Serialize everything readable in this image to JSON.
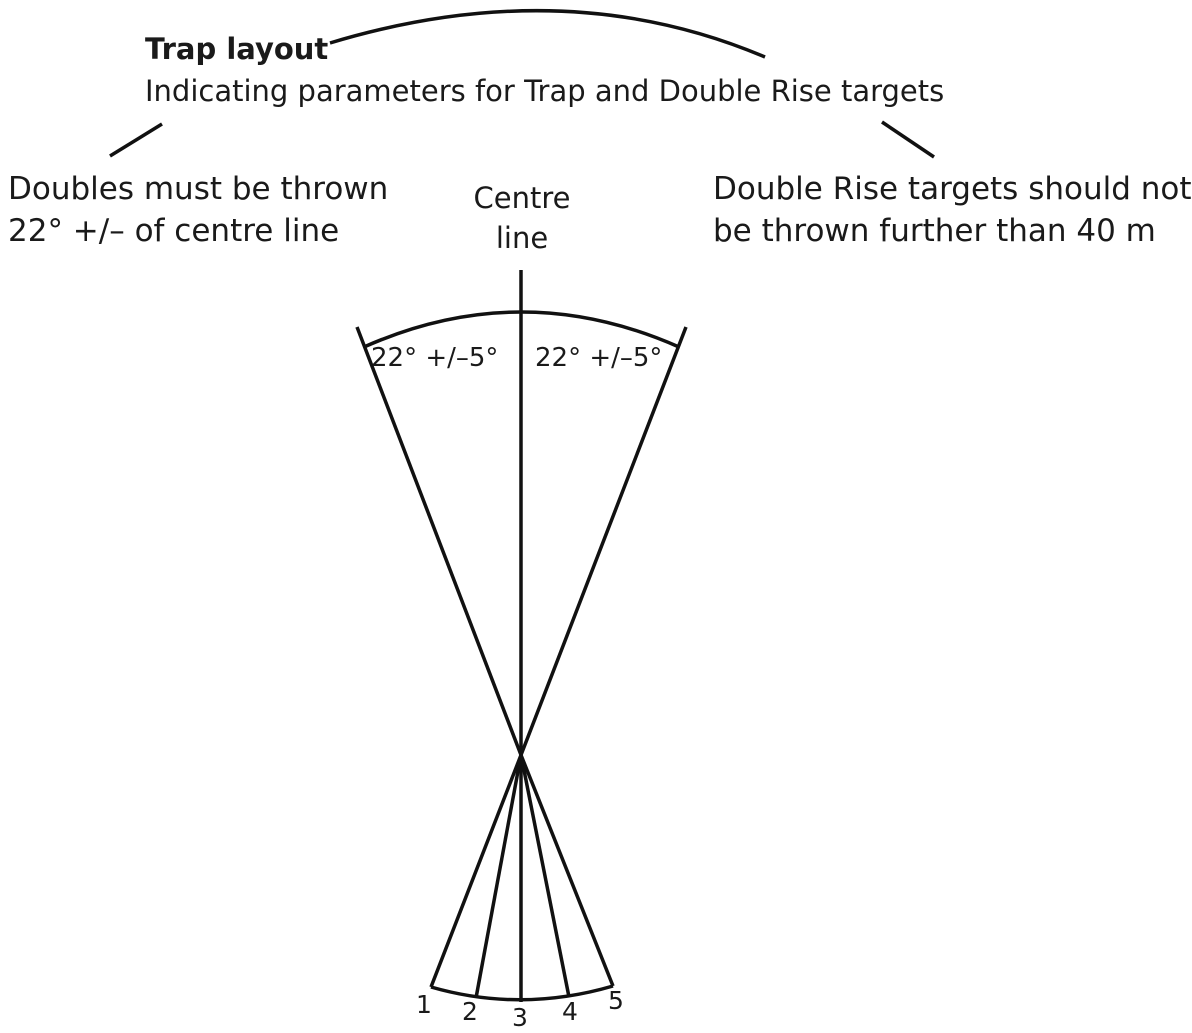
{
  "header": {
    "title": "Trap layout",
    "subtitle": "Indicating parameters for Trap and Double Rise targets"
  },
  "notes": {
    "left_line1": "Doubles must be thrown",
    "left_line2": "22° +/– of centre line",
    "right_line1": "Double Rise targets should not",
    "right_line2": "be thrown further than 40 m"
  },
  "centre_line": {
    "line1": "Centre",
    "line2": "line"
  },
  "angles": {
    "left": "22° +/–5°",
    "right": "22° +/–5°"
  },
  "stations": [
    "1",
    "2",
    "3",
    "4",
    "5"
  ]
}
